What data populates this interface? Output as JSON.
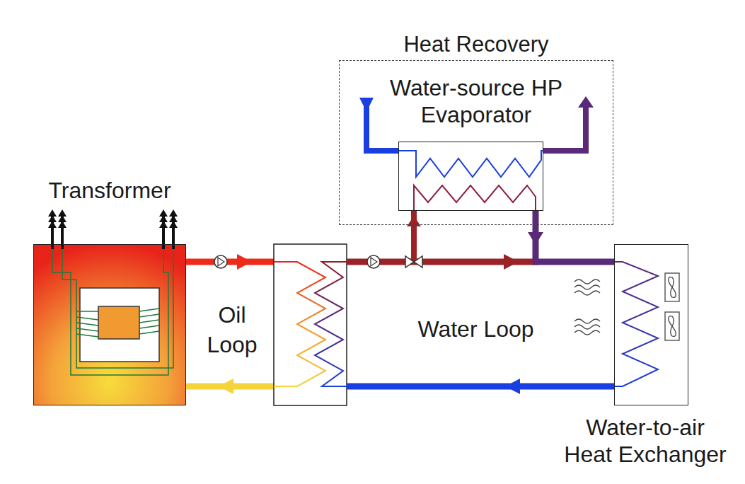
{
  "diagram": {
    "nodes": [
      {
        "text": [
          "Heat Recovery"
        ]
      },
      {
        "text": [
          "Water-source HP Evaporator"
        ],
        "in": 0
      },
      {
        "text": [
          "Transformer"
        ]
      },
      {
        "text": [
          "Water-to-air Heat Exchanger"
        ]
      }
    ],
    "edges": [
      {
        "from": 1,
        "to": 3,
        "arrow": "to"
      }
    ],
    "labels": [
      "Oil Loop",
      "Water Loop"
    ]
  }
}
